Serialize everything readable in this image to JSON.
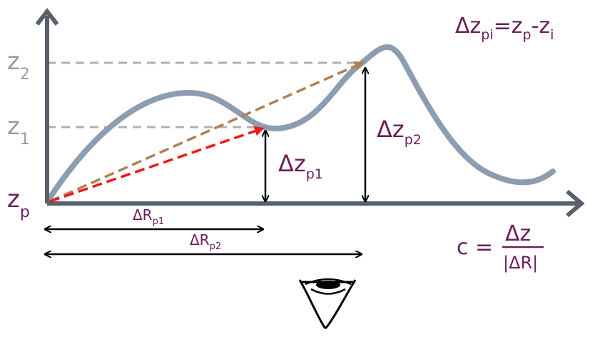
{
  "equation": {
    "lhs": "Δz",
    "lhs_sub": "pi",
    "eq": "=z",
    "p_sub": "p",
    "minus": "-z",
    "i_sub": "i"
  },
  "axis_labels": {
    "z2": "z",
    "z2_sub": "2",
    "z1": "z",
    "z1_sub": "1",
    "zp": "z",
    "zp_sub": "p"
  },
  "deltas": {
    "dz_p1": "Δz",
    "dz_p1_sub": "p1",
    "dz_p2": "Δz",
    "dz_p2_sub": "p2",
    "dr_p1": "ΔR",
    "dr_p1_sub": "p1",
    "dr_p2": "ΔR",
    "dr_p2_sub": "p2"
  },
  "formula": {
    "lhs": "c =",
    "numerator": "Δz",
    "denominator": "|ΔR|"
  },
  "colors": {
    "axis": "#58616b",
    "curve": "#8c9db0",
    "guide": "#b0b0b0",
    "label_gray": "#9a9a9a",
    "purple": "#6b1f57",
    "red": "#f01818",
    "brown": "#b08050",
    "black": "#000000"
  },
  "icons": [
    "eye-icon"
  ]
}
